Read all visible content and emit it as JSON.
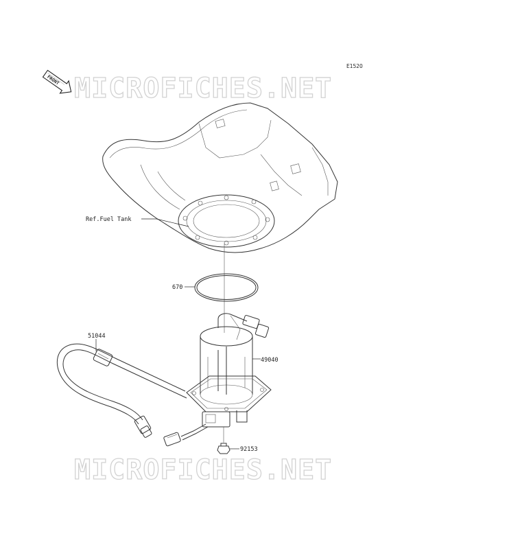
{
  "diagram": {
    "code": "E1520",
    "front_arrow_label": "FRONT",
    "watermark_top": "MICROFICHES.NET",
    "watermark_bottom": "MICROFICHES.NET",
    "labels": {
      "fuel_tank": "Ref.Fuel Tank",
      "o_ring": "670",
      "hose": "51044",
      "pump": "49040",
      "bolt": "92153"
    },
    "colors": {
      "line": "#333333",
      "watermark_stroke": "#d2d2d2",
      "background": "#ffffff"
    }
  }
}
